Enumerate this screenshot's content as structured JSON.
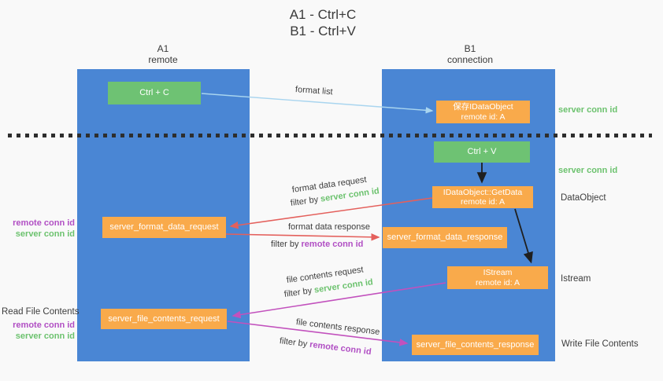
{
  "title": {
    "line1": "A1 - Ctrl+C",
    "line2": "B1 - Ctrl+V"
  },
  "columns": {
    "a1": {
      "header_top": "A1",
      "header_bottom": "remote"
    },
    "b1": {
      "header_top": "B1",
      "header_bottom": "connection"
    }
  },
  "nodes": {
    "ctrl_c": {
      "label": "Ctrl + C"
    },
    "save_idataobject": {
      "line1": "保存IDataObject",
      "line2": "remote id: A"
    },
    "ctrl_v": {
      "label": "Ctrl + V"
    },
    "getdata": {
      "line1": "IDataObject::GetData",
      "line2": "remote id: A"
    },
    "format_request": {
      "label": "server_format_data_request"
    },
    "format_response": {
      "label": "server_format_data_response"
    },
    "istream": {
      "line1": "IStream",
      "line2": "remote id: A"
    },
    "file_request": {
      "label": "server_file_contents_request"
    },
    "file_response": {
      "label": "server_file_contents_response"
    }
  },
  "flow_labels": {
    "format_list": "format list",
    "format_data_request": "format data request",
    "filter1_prefix": "filter by ",
    "filter1_value": "server conn id",
    "format_data_response": "format data response",
    "filter2_prefix": "filter by ",
    "filter2_value": "remote conn id",
    "file_contents_request": "file contents request",
    "filter3_prefix": "filter by ",
    "filter3_value": "server conn id",
    "file_contents_response": "file contents response",
    "filter4_prefix": "filter by ",
    "filter4_value": "remote conn id"
  },
  "side_labels": {
    "left_remote_conn_id_1": "remote conn id",
    "left_server_conn_id_1": "server conn id",
    "read_file_contents": "Read File Contents",
    "left_remote_conn_id_2": "remote conn id",
    "left_server_conn_id_2": "server conn id",
    "right_server_conn_id_1": "server conn id",
    "right_server_conn_id_2": "server conn id",
    "dataobject": "DataObject",
    "istream": "Istream",
    "write_file_contents": "Write File Contents"
  },
  "colors": {
    "column_blue": "#4a86d4",
    "node_green": "#6ec273",
    "node_orange": "#f9aa4b",
    "label_green": "#6cc26e",
    "label_purple": "#b14fc4",
    "arrow_red": "#e4605c",
    "arrow_magenta": "#c251bd",
    "arrow_lightblue": "#a9d5ef",
    "arrow_black": "#1f1f1f",
    "dotted_divider": "#2e2e2e"
  }
}
